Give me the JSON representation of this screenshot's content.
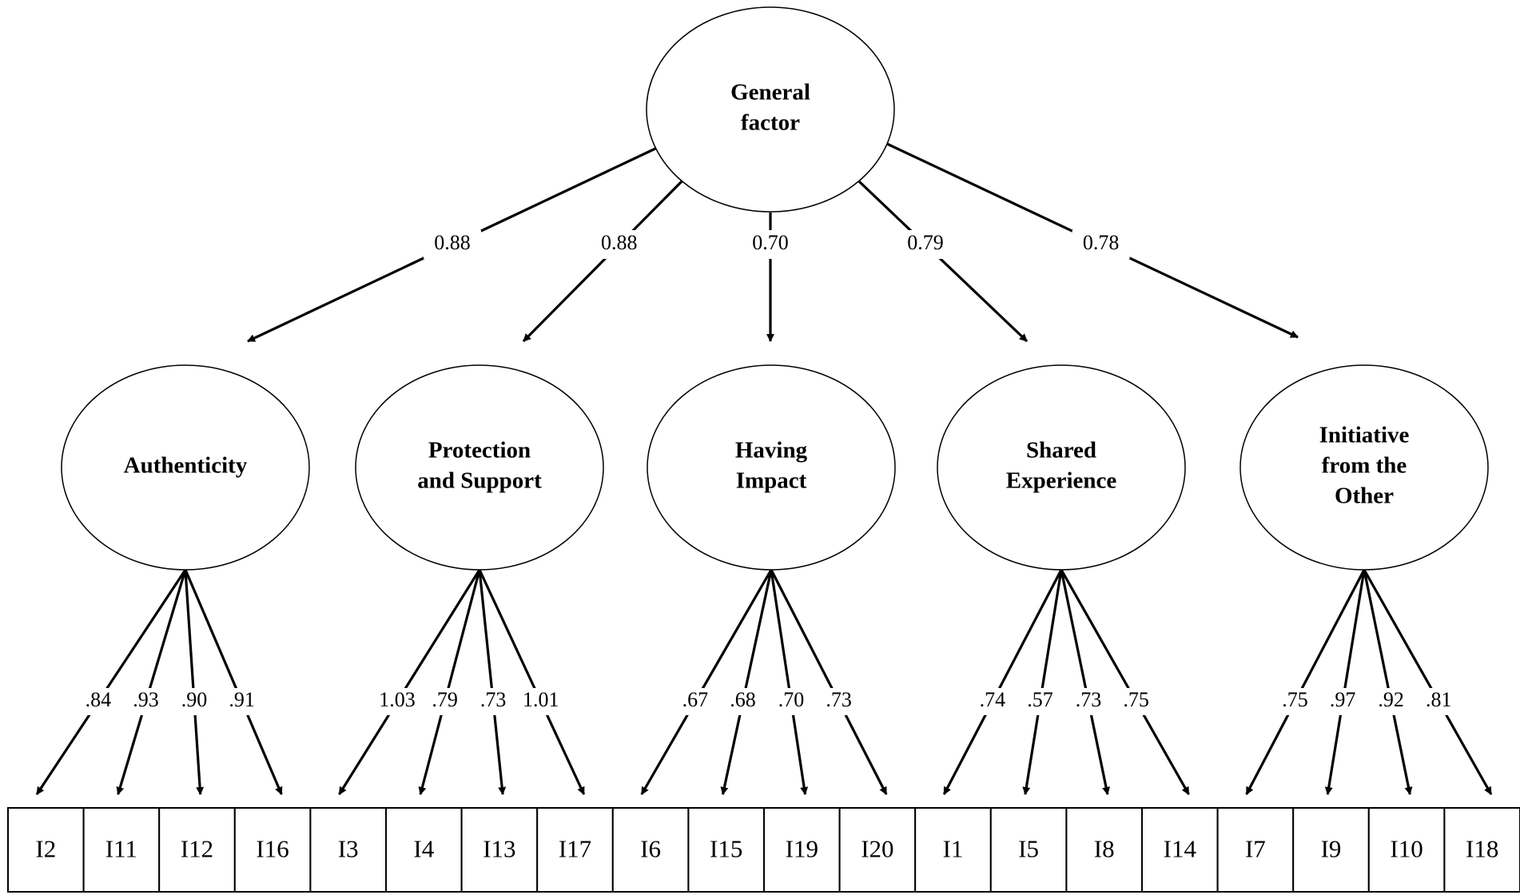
{
  "general": {
    "label_lines": [
      "General",
      "factor"
    ]
  },
  "factors": [
    {
      "label_lines": [
        "Authenticity"
      ],
      "gen_loading": "0.88",
      "items": [
        "I2",
        "I11",
        "I12",
        "I16"
      ],
      "loadings": [
        ".84",
        ".93",
        ".90",
        ".91"
      ]
    },
    {
      "label_lines": [
        "Protection",
        "and Support"
      ],
      "gen_loading": "0.88",
      "items": [
        "I3",
        "I4",
        "I13",
        "I17"
      ],
      "loadings": [
        "1.03",
        ".79",
        ".73",
        "1.01"
      ]
    },
    {
      "label_lines": [
        "Having",
        "Impact"
      ],
      "gen_loading": "0.70",
      "items": [
        "I6",
        "I15",
        "I19",
        "I20"
      ],
      "loadings": [
        ".67",
        ".68",
        ".70",
        ".73"
      ]
    },
    {
      "label_lines": [
        "Shared",
        "Experience"
      ],
      "gen_loading": "0.79",
      "items": [
        "I1",
        "I5",
        "I8",
        "I14"
      ],
      "loadings": [
        ".74",
        ".57",
        ".73",
        ".75"
      ]
    },
    {
      "label_lines": [
        "Initiative",
        "from the",
        "Other"
      ],
      "gen_loading": "0.78",
      "items": [
        "I7",
        "I9",
        "I10",
        "I18"
      ],
      "loadings": [
        ".75",
        ".97",
        ".92",
        ".81"
      ]
    }
  ]
}
